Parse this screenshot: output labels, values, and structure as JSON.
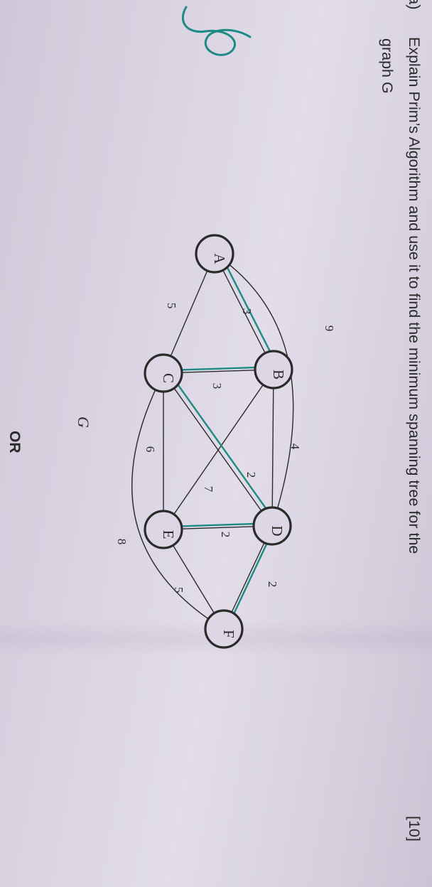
{
  "question": {
    "number_fragment": "a)",
    "line1": "Explain Prim’s Algorithm and use it to find the minimum spanning tree for the",
    "line2": "graph G",
    "marks": "[10]"
  },
  "graph": {
    "caption": "G",
    "nodes": [
      "A",
      "B",
      "C",
      "D",
      "E",
      "F"
    ],
    "edges": [
      {
        "from": "A",
        "to": "B",
        "weight": "3"
      },
      {
        "from": "A",
        "to": "C",
        "weight": "5"
      },
      {
        "from": "A",
        "to": "D",
        "weight": "9"
      },
      {
        "from": "B",
        "to": "C",
        "weight": "3"
      },
      {
        "from": "B",
        "to": "D",
        "weight": "4"
      },
      {
        "from": "B",
        "to": "E",
        "weight": "7"
      },
      {
        "from": "C",
        "to": "D",
        "weight": "2"
      },
      {
        "from": "C",
        "to": "E",
        "weight": "6"
      },
      {
        "from": "C",
        "to": "F",
        "weight": "8"
      },
      {
        "from": "D",
        "to": "E",
        "weight": "2"
      },
      {
        "from": "D",
        "to": "F",
        "weight": "2"
      },
      {
        "from": "E",
        "to": "F",
        "weight": "5"
      }
    ],
    "highlighted_edges": [
      "A-B",
      "B-C",
      "C-D",
      "D-E",
      "D-F"
    ],
    "highlight_color": "#1d8b84",
    "ink_color": "#2b2b2b"
  },
  "footer": {
    "or_label": "OR"
  }
}
